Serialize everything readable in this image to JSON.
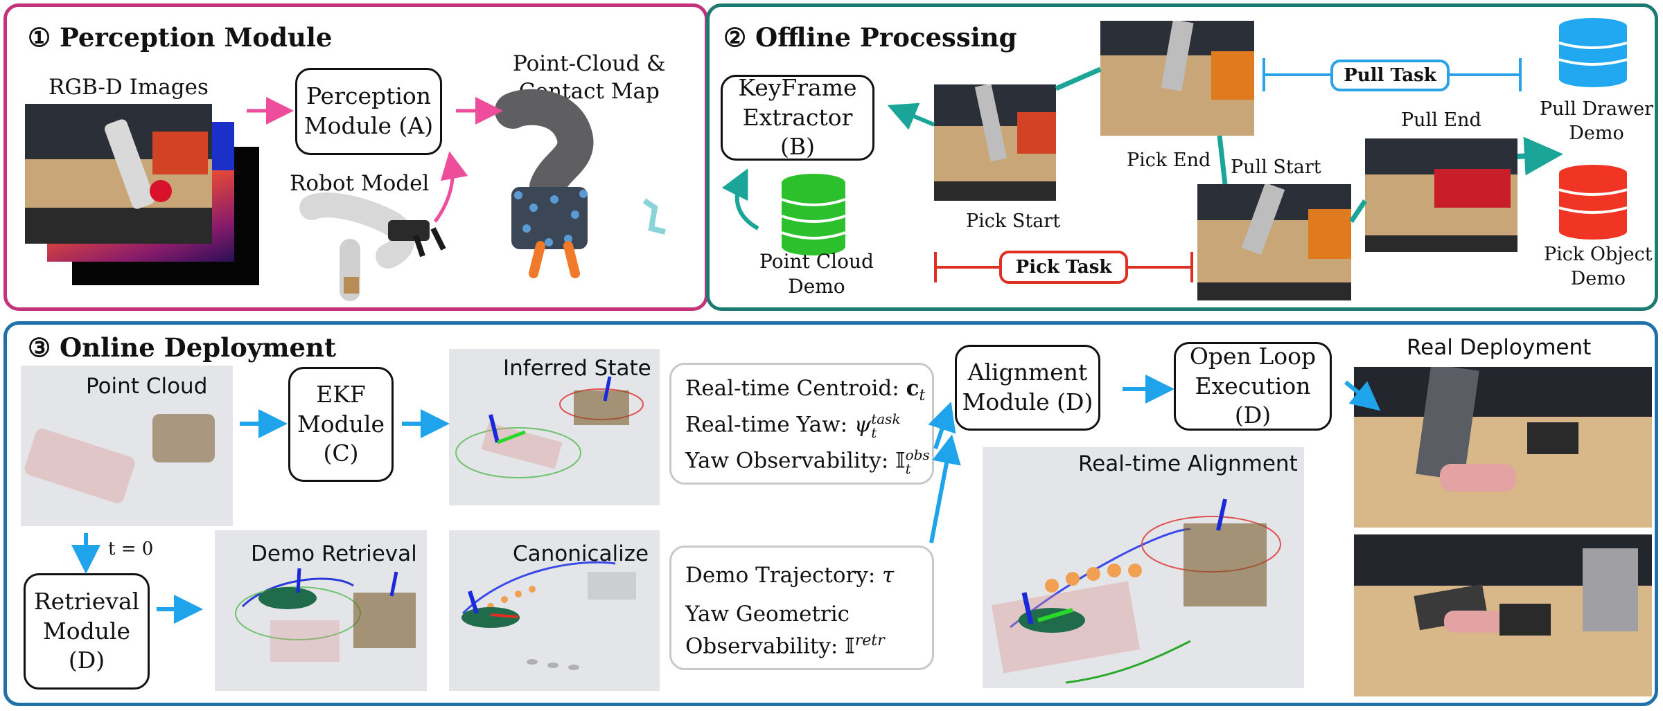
{
  "colors": {
    "perception_border": "#c2337a",
    "offline_border": "#1d7a72",
    "online_border": "#1f6fa8",
    "pink_arrow": "#ee4d9c",
    "teal_arrow": "#1aa598",
    "blue_arrow": "#1fa3ea",
    "pick_red": "#e03024",
    "pull_blue": "#29a2ea",
    "demo_green": "#2cc12c",
    "demo_blue": "#22a8f0",
    "demo_red": "#f03524"
  },
  "perception": {
    "title": "① Perception Module",
    "rgbd_label": "RGB-D Images",
    "module_box": "Perception\nModule (A)",
    "robot_model_label": "Robot Model",
    "pointcloud_label": "Point-Cloud &\nContact Map"
  },
  "offline": {
    "title": "② Offline Processing",
    "keyframe_box": "KeyFrame\nExtractor (B)",
    "point_cloud_demo_label": "Point Cloud\nDemo",
    "pick_start_label": "Pick Start",
    "pick_end_label": "Pick End",
    "pull_start_label": "Pull Start",
    "pull_end_label": "Pull End",
    "pick_task_label": "Pick Task",
    "pull_task_label": "Pull Task",
    "pull_drawer_demo_label": "Pull Drawer\nDemo",
    "pick_object_demo_label": "Pick Object\nDemo"
  },
  "online": {
    "title": "③ Online Deployment",
    "point_cloud_label": "Point Cloud",
    "ekf_box": "EKF\nModule\n(C)",
    "inferred_state_label": "Inferred State",
    "t0_label": "t = 0",
    "retrieval_box": "Retrieval\nModule\n(D)",
    "demo_retrieval_label": "Demo Retrieval",
    "canonicalize_label": "Canonicalize",
    "realtime_centroid": "Real-time Centroid: ",
    "realtime_centroid_sym": "c",
    "realtime_centroid_sub": "t",
    "realtime_yaw": "Real-time Yaw: ",
    "realtime_yaw_sym": "ψ",
    "realtime_yaw_sup": "task",
    "realtime_yaw_sub": "t",
    "yaw_observability": "Yaw Observability: ",
    "yaw_observability_sym": "𝕀",
    "yaw_observability_sup": "obs",
    "yaw_observability_sub": "t",
    "demo_trajectory": "Demo Trajectory: ",
    "demo_trajectory_sym": "τ",
    "yaw_geometric_line1": "Yaw Geometric",
    "yaw_geometric_line2": "Observability: ",
    "yaw_geometric_sym": "𝕀",
    "yaw_geometric_sup": "retr",
    "alignment_box": "Alignment\nModule (D)",
    "open_loop_box": "Open Loop\nExecution (D)",
    "realtime_alignment_label": "Real-time Alignment",
    "real_deployment_label": "Real Deployment"
  }
}
